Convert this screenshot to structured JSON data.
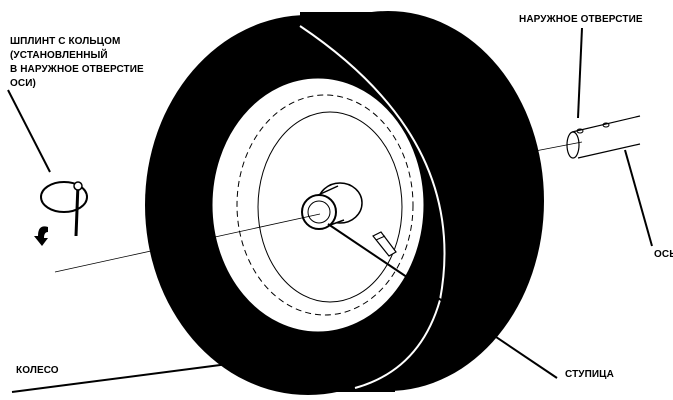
{
  "labels": {
    "pin_line1": "ШПЛИНТ С КОЛЬЦОМ",
    "pin_line2": "(УСТАНОВЛЕННЫЙ",
    "pin_line3": "В НАРУЖНОЕ ОТВЕРСТИЕ",
    "pin_line4": "ОСИ)",
    "outer_hole": "НАРУЖНОЕ ОТВЕРСТИЕ",
    "axle": "ОСЬ",
    "wheel": "КОЛЕСО",
    "hub": "СТУПИЦА"
  },
  "colors": {
    "tire": "#000000",
    "rim": "#ffffff",
    "line": "#000000"
  }
}
